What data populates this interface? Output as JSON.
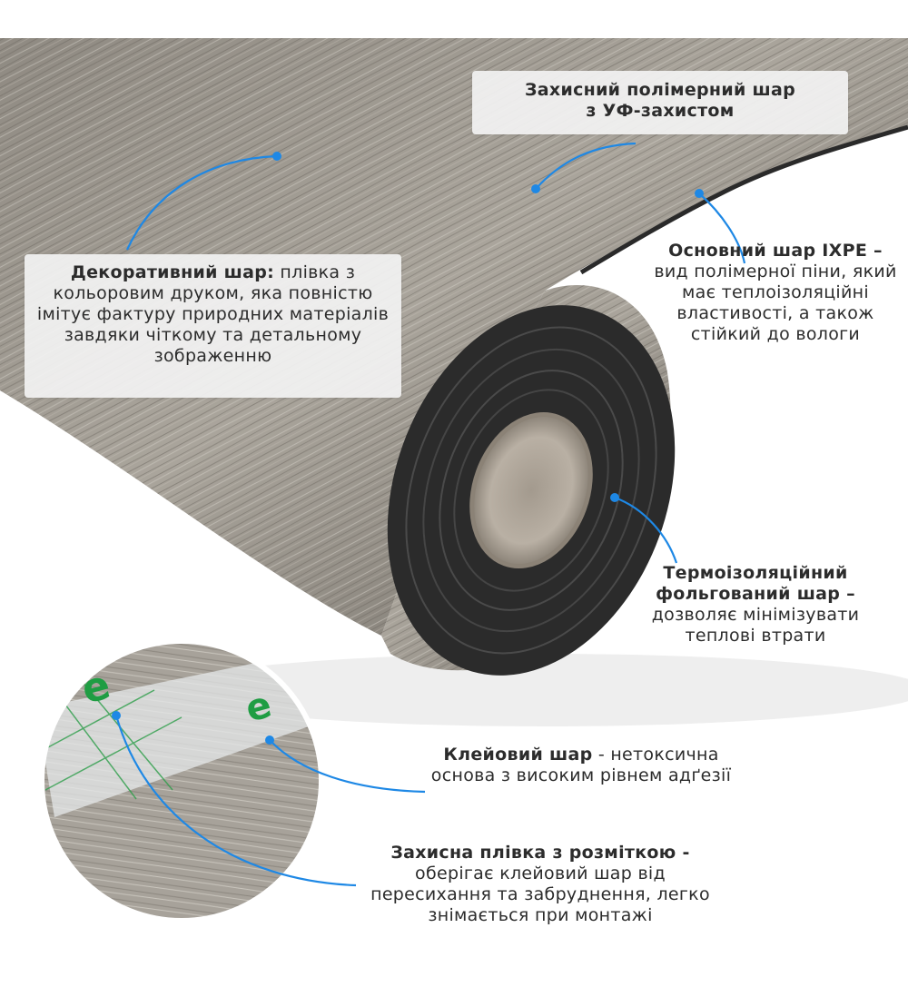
{
  "colors": {
    "accent_line": "#1e88e5",
    "label_box": "#f2f2f2",
    "text": "#2c2c2c",
    "roll_core": "#2a2a2a",
    "cardboard": "#b5aca0",
    "wood": "#9a958d"
  },
  "labels": {
    "uv": {
      "line1": "Захисний полімерний шар",
      "line2": "з УФ-захистом"
    },
    "decorative": {
      "bold": "Декоративний шар:",
      "text": " плівка з кольоровим друком, яка повністю імітує фактуру природних матеріалів завдяки чіткому та детальному зображенню"
    },
    "ixpe": {
      "bold": "Основний шар IXPE",
      "dash": " –",
      "text": "вид полімерної піни, який має теплоізоляційні властивості, а також стійкий до вологи"
    },
    "foil": {
      "bold": "Термоізоляційний фольгований шар",
      "dash": " –",
      "text": "дозволяє мінімізувати теплові втрати"
    },
    "glue": {
      "bold": "Клейовий шар",
      "text": " - нетоксична основа з високим рівнем адґезії"
    },
    "film": {
      "bold": "Захисна плівка з розміткою",
      "dash": " -",
      "text": "оберігає клейовий шар від пересихання та забруднення, легко знімається при монтажі"
    }
  }
}
